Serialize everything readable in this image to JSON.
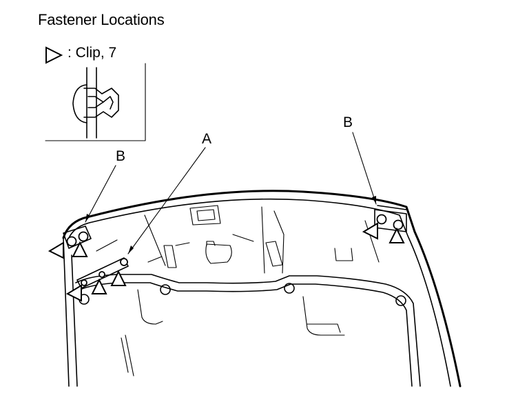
{
  "diagram": {
    "title": "Fastener Locations",
    "legend": {
      "symbol": "triangle-clip-icon",
      "text": ": Clip, 7"
    },
    "callouts": {
      "a": "A",
      "b_left": "B",
      "b_right": "B"
    }
  }
}
